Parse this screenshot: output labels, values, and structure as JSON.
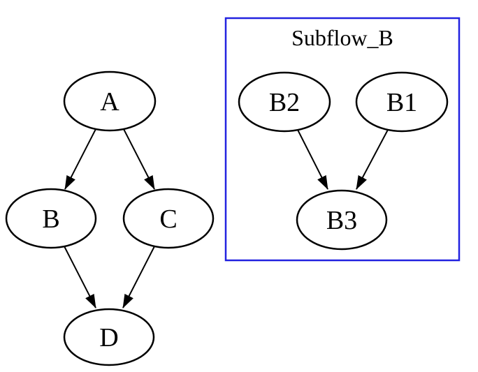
{
  "diagram": {
    "kind": "directed-graph",
    "background_color": "#ffffff",
    "node_stroke_color": "#000000",
    "node_fill_color": "#ffffff",
    "edge_color": "#000000",
    "text_color": "#000000",
    "main_graph": {
      "nodes": [
        "A",
        "B",
        "C",
        "D"
      ],
      "edges": [
        [
          "A",
          "B"
        ],
        [
          "A",
          "C"
        ],
        [
          "B",
          "D"
        ],
        [
          "C",
          "D"
        ]
      ]
    },
    "cluster": {
      "label": "Subflow_B",
      "border_color": "#2222e0",
      "nodes": [
        "B2",
        "B1",
        "B3"
      ],
      "edges": [
        [
          "B2",
          "B3"
        ],
        [
          "B1",
          "B3"
        ]
      ]
    },
    "node_labels": {
      "A": "A",
      "B": "B",
      "C": "C",
      "D": "D",
      "B2": "B2",
      "B1": "B1",
      "B3": "B3"
    }
  }
}
